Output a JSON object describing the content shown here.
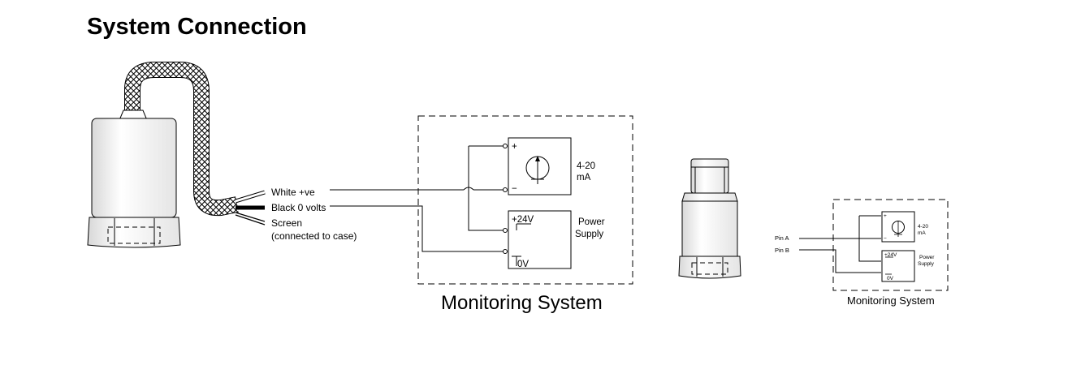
{
  "title": "System Connection",
  "left_diagram": {
    "wire_labels": {
      "white": "White +ve",
      "black": "Black 0 volts",
      "screen": "Screen",
      "screen_note": "(connected to case)"
    },
    "meter": {
      "plus": "+",
      "minus": "−",
      "label_line1": "4-20",
      "label_line2": "mA"
    },
    "power_supply": {
      "label_line1": "Power",
      "label_line2": "Supply",
      "positive": "+24V",
      "negative": "0V"
    },
    "system_label": "Monitoring System"
  },
  "right_diagram": {
    "pins": {
      "a": "Pin A",
      "b": "Pin B"
    },
    "meter": {
      "plus": "+",
      "minus": "−",
      "label_line1": "4-20",
      "label_line2": "mA"
    },
    "power_supply": {
      "label_line1": "Power",
      "label_line2": "Supply",
      "positive": "+24V",
      "negative": "0V"
    },
    "system_label": "Monitoring System"
  },
  "colors": {
    "ink": "#000000",
    "sensor_body": "#f4f4f4",
    "cable_fill": "#e6e6e6"
  }
}
